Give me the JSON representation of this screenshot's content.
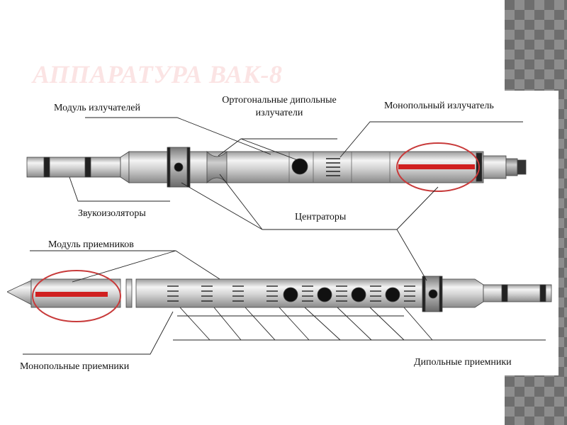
{
  "slide": {
    "title": "АППАРАТУРА ВАК-8"
  },
  "diagram": {
    "labels": {
      "emitter_module": "Модуль излучателей",
      "orthogonal_dipole_line1": "Ортогональные дипольные",
      "orthogonal_dipole_line2": "излучатели",
      "monopole_emitter": "Монопольный излучатель",
      "sound_isolators": "Звукоизоляторы",
      "centralizers": "Центраторы",
      "receiver_module": "Модуль приемников",
      "monopole_receivers": "Монопольные приемники",
      "dipole_receivers": "Дипольные приемники"
    },
    "colors": {
      "tool_body": "#d4d4d4",
      "tool_dark": "#2b2b2b",
      "emitter_marker": "#d02020",
      "highlight_ellipse": "#c83a3a",
      "background_pattern": "#7a7a7a"
    }
  }
}
